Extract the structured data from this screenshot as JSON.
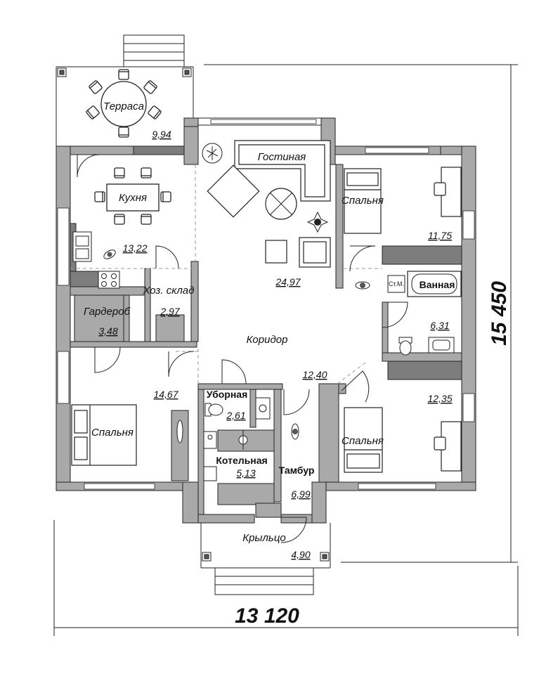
{
  "rooms": {
    "terrace": {
      "name": "Терраса",
      "area": "9,94"
    },
    "living": {
      "name": "Гостиная",
      "area": "24,97"
    },
    "kitchen": {
      "name": "Кухня",
      "area": "13,22"
    },
    "storage": {
      "name": "Хоз. склад",
      "area": "2,97"
    },
    "wardrobe": {
      "name": "Гардероб",
      "area": "3,48"
    },
    "corridor": {
      "name": "Коридор",
      "area": "12,40"
    },
    "bedroom_ne": {
      "name": "Спальня",
      "area": "11,75"
    },
    "bathroom": {
      "name": "Ванная",
      "area": "6,31"
    },
    "bedroom_sw": {
      "name": "Спальня",
      "area": "14,67"
    },
    "toilet": {
      "name": "Уборная",
      "area": "2,61"
    },
    "boiler": {
      "name": "Котельная",
      "area": "5,13"
    },
    "vestibule": {
      "name": "Тамбур",
      "area": "6,99"
    },
    "bedroom_se": {
      "name": "Спальня",
      "area": "12,35"
    },
    "porch": {
      "name": "Крыльцо",
      "area": "4,90"
    }
  },
  "fixtures": {
    "washer_label": "Ст.М."
  },
  "dimensions": {
    "width": "13 120",
    "height": "15 450"
  },
  "colors": {
    "wall": "#a9a9a9",
    "wall_dark": "#7d7d7d",
    "line": "#222222",
    "dash": "#9a9a9a",
    "appliance": "#555555"
  },
  "icons": [
    "chair-icon",
    "table-icon",
    "bed-icon",
    "sofa-icon",
    "toilet-icon",
    "sink-icon",
    "stove-icon",
    "bathtub-icon",
    "plant-icon",
    "person-icon",
    "boiler-icon"
  ]
}
